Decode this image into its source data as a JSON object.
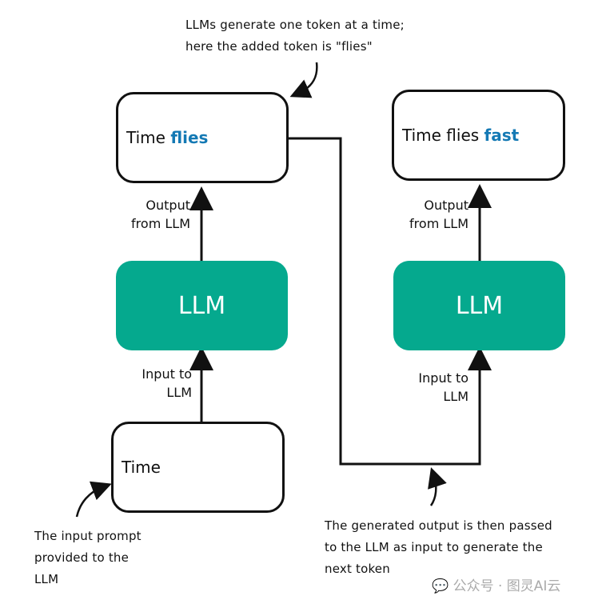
{
  "boxes": {
    "output1_prefix": "Time",
    "output1_token": "flies",
    "output2_prefix": "Time flies",
    "output2_token": "fast",
    "input": "Time"
  },
  "llm_label": "LLM",
  "labels": {
    "output_line1": "Output",
    "output_line2": "from LLM",
    "input_line1": "Input to",
    "input_line2": "LLM"
  },
  "notes": {
    "top_line1": "LLMs generate one token at a time;",
    "top_line2": "here the added token is \"flies\"",
    "left_line1": "The input prompt",
    "left_line2": "provided to the",
    "left_line3": "LLM",
    "right_line1": "The generated output is then passed",
    "right_line2": "to the LLM as input to generate the",
    "right_line3": "next token"
  },
  "watermark": "公众号 · 图灵AI云",
  "colors": {
    "llm": "#05a98e",
    "token_highlight": "#1479b4"
  }
}
